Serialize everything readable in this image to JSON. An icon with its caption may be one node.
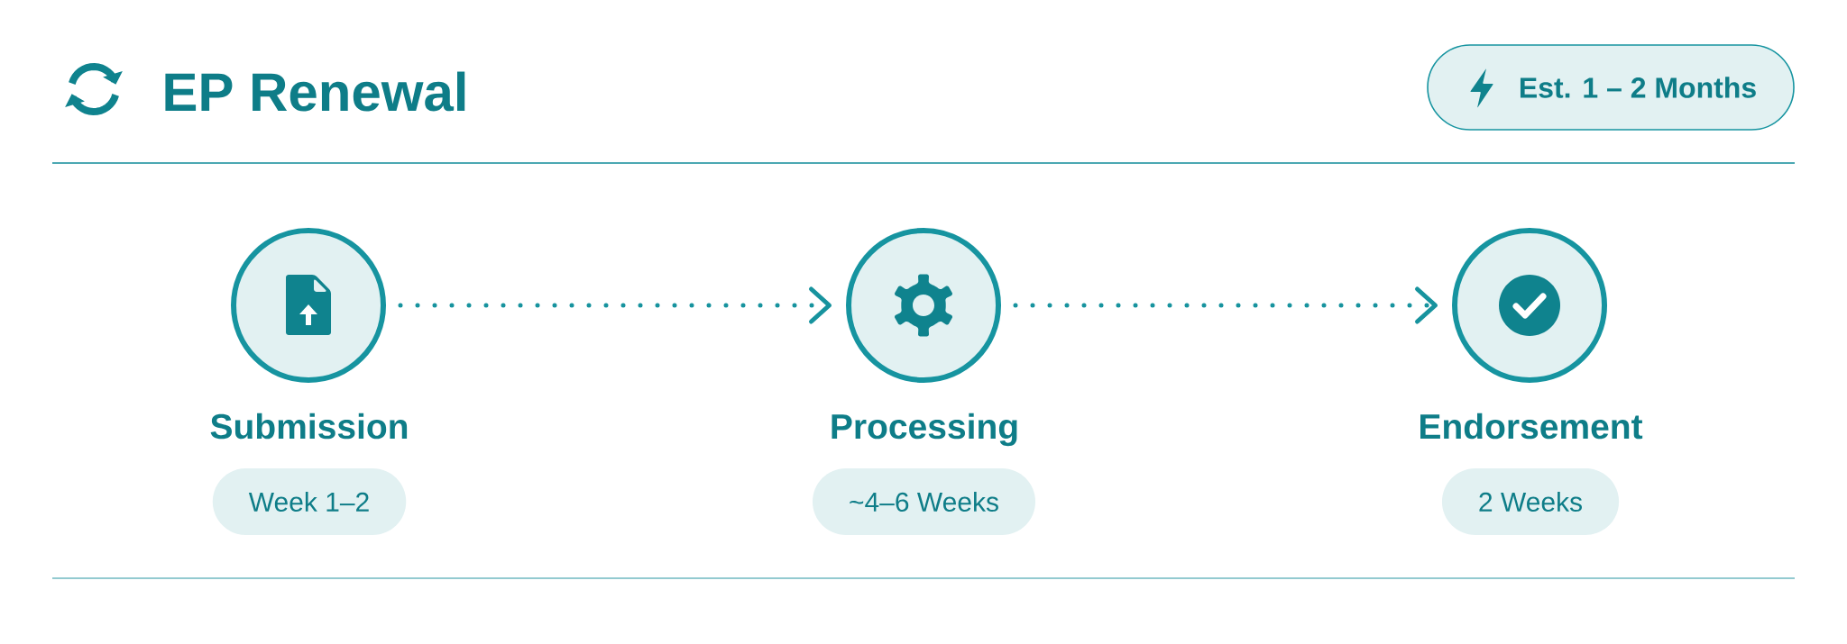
{
  "diagram": {
    "title": "EP Renewal",
    "nodes": [
      {
        "text": [
          "Est. 1 – 2 Months"
        ]
      },
      {
        "text": [
          "Submission"
        ]
      },
      {
        "text": [
          "Processing"
        ]
      },
      {
        "text": [
          "Endorsement"
        ]
      },
      {
        "text": [
          "Week 1–2"
        ]
      },
      {
        "text": [
          "~4–6 Weeks"
        ]
      },
      {
        "text": [
          "2 Weeks"
        ]
      }
    ],
    "edges": [
      {
        "from": 1,
        "to": 2,
        "arrow": "to"
      },
      {
        "from": 2,
        "to": 3,
        "arrow": "to"
      }
    ]
  }
}
